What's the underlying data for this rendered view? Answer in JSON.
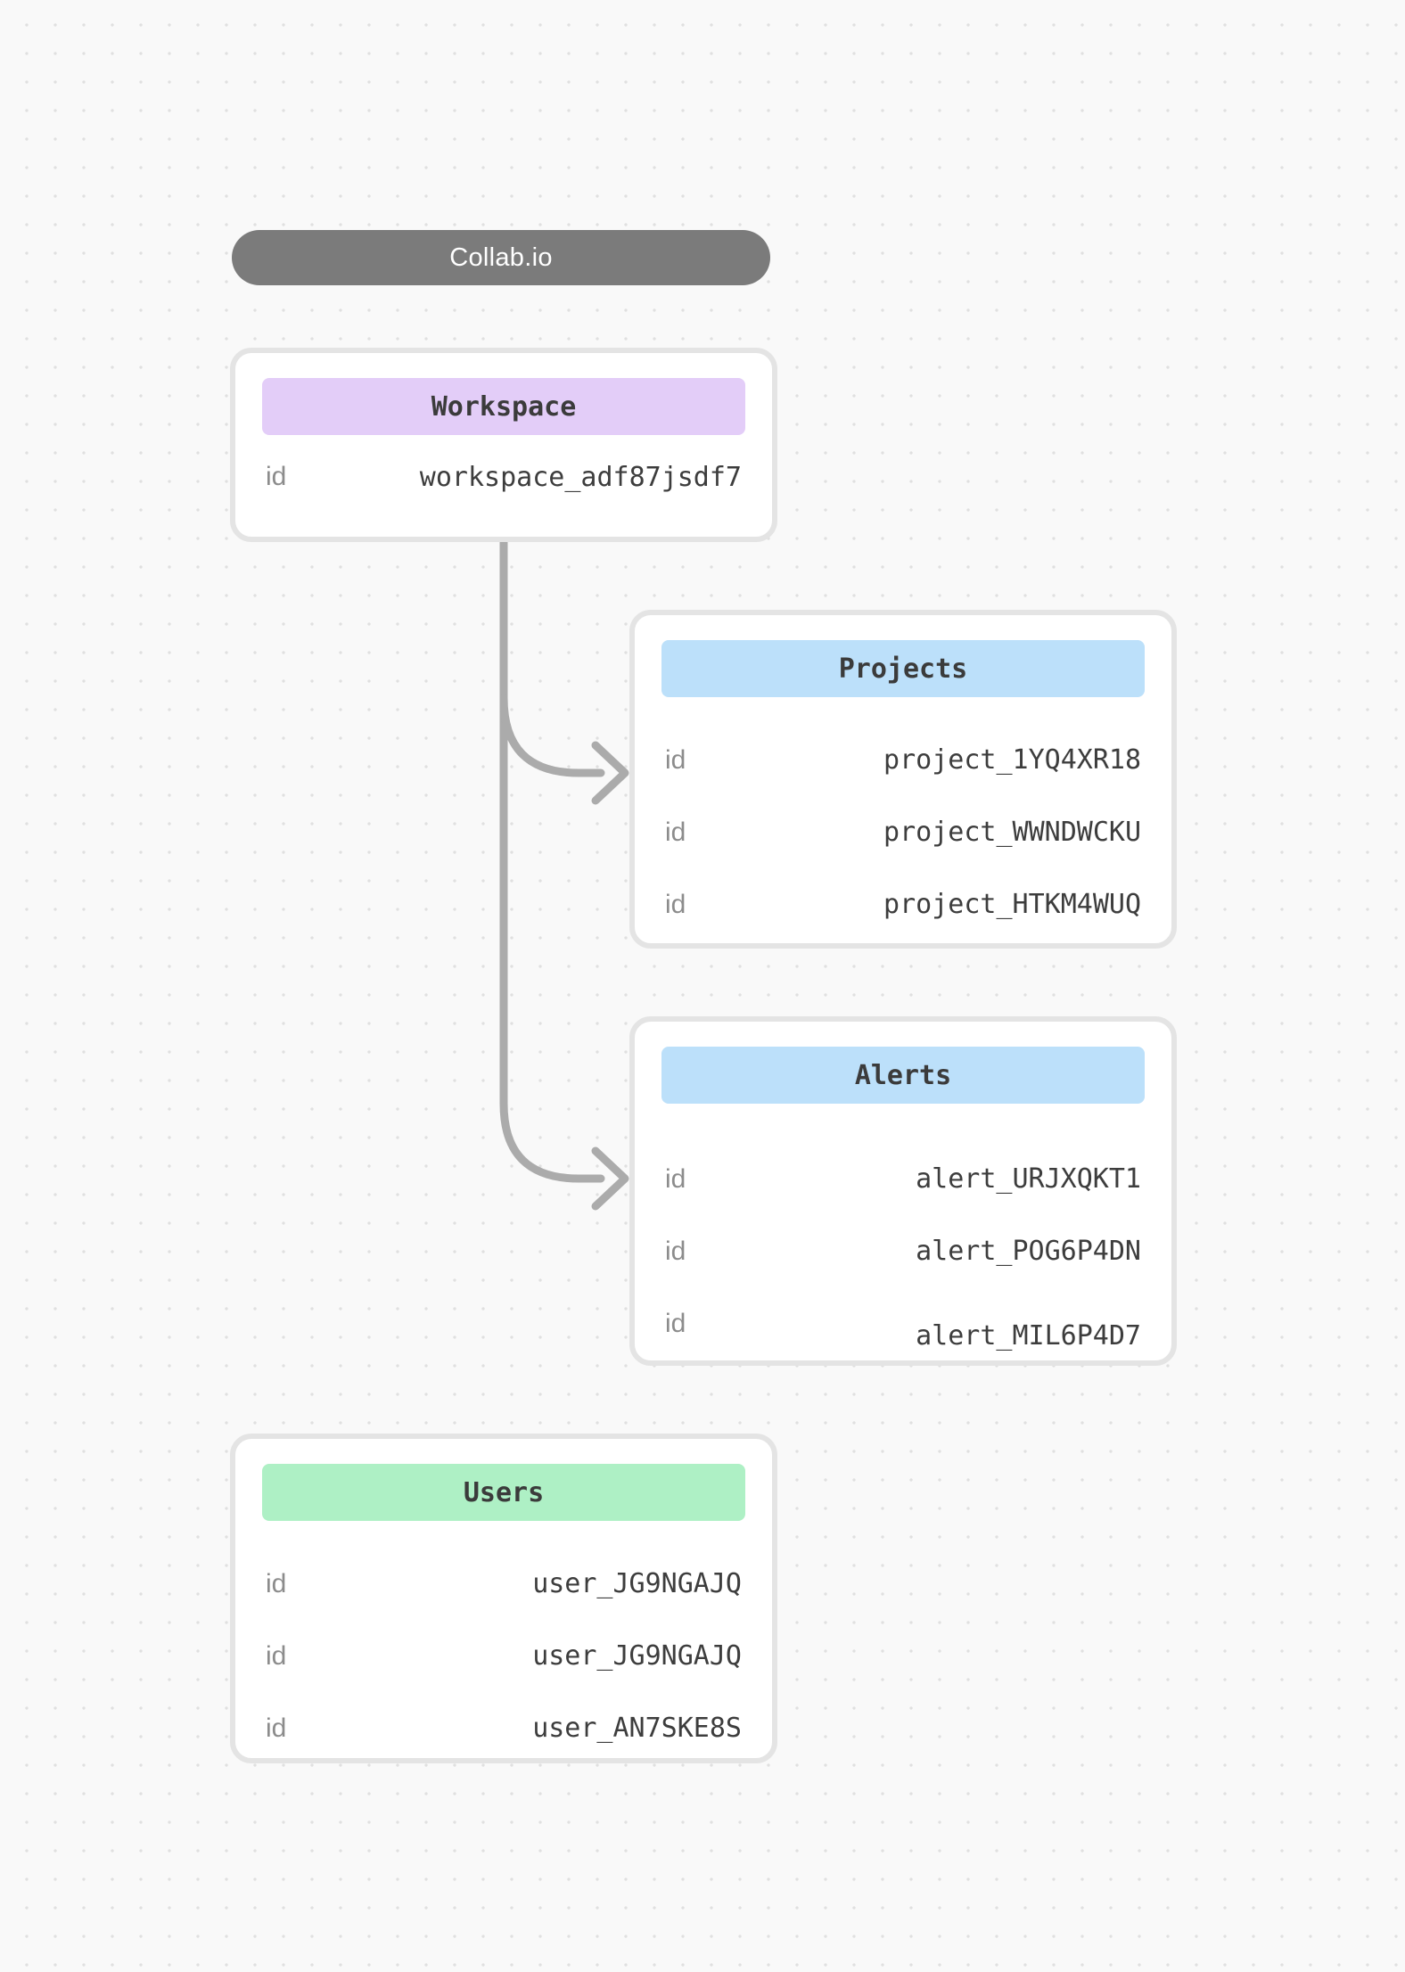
{
  "app": {
    "title": "Collab.io"
  },
  "theme": {
    "background": "#f9f9f9",
    "dot_grid_color": "#e0e0e0",
    "pill_background": "#7b7b7b",
    "pill_text_color": "#ffffff",
    "card_background": "#ffffff",
    "card_border_color": "#e4e4e4",
    "connector_color": "#ababab",
    "label_color": "#8c8c8c",
    "value_color": "#3d3d3d",
    "header_purple": "#e3cdf8",
    "header_blue": "#bce0fa",
    "header_green": "#aef0c5"
  },
  "cards": [
    {
      "id": "workspace",
      "title": "Workspace",
      "header_color": "#e3cdf8",
      "rows": [
        {
          "label": "id",
          "value": "workspace_adf87jsdf7"
        }
      ]
    },
    {
      "id": "projects",
      "title": "Projects",
      "header_color": "#bce0fa",
      "rows": [
        {
          "label": "id",
          "value": "project_1YQ4XR18"
        },
        {
          "label": "id",
          "value": "project_WWNDWCKU"
        },
        {
          "label": "id",
          "value": "project_HTKM4WUQ"
        }
      ]
    },
    {
      "id": "alerts",
      "title": "Alerts",
      "header_color": "#bce0fa",
      "rows": [
        {
          "label": "id",
          "value": "alert_URJXQKT1"
        },
        {
          "label": "id",
          "value": "alert_POG6P4DN"
        },
        {
          "label": "id",
          "value": "alert_MIL6P4D7"
        }
      ]
    },
    {
      "id": "users",
      "title": "Users",
      "header_color": "#aef0c5",
      "rows": [
        {
          "label": "id",
          "value": "user_JG9NGAJQ"
        },
        {
          "label": "id",
          "value": "user_JG9NGAJQ"
        },
        {
          "label": "id",
          "value": "user_AN7SKE8S"
        }
      ]
    }
  ],
  "connectors": [
    {
      "from": "workspace",
      "to": "projects"
    },
    {
      "from": "workspace",
      "to": "alerts"
    }
  ]
}
